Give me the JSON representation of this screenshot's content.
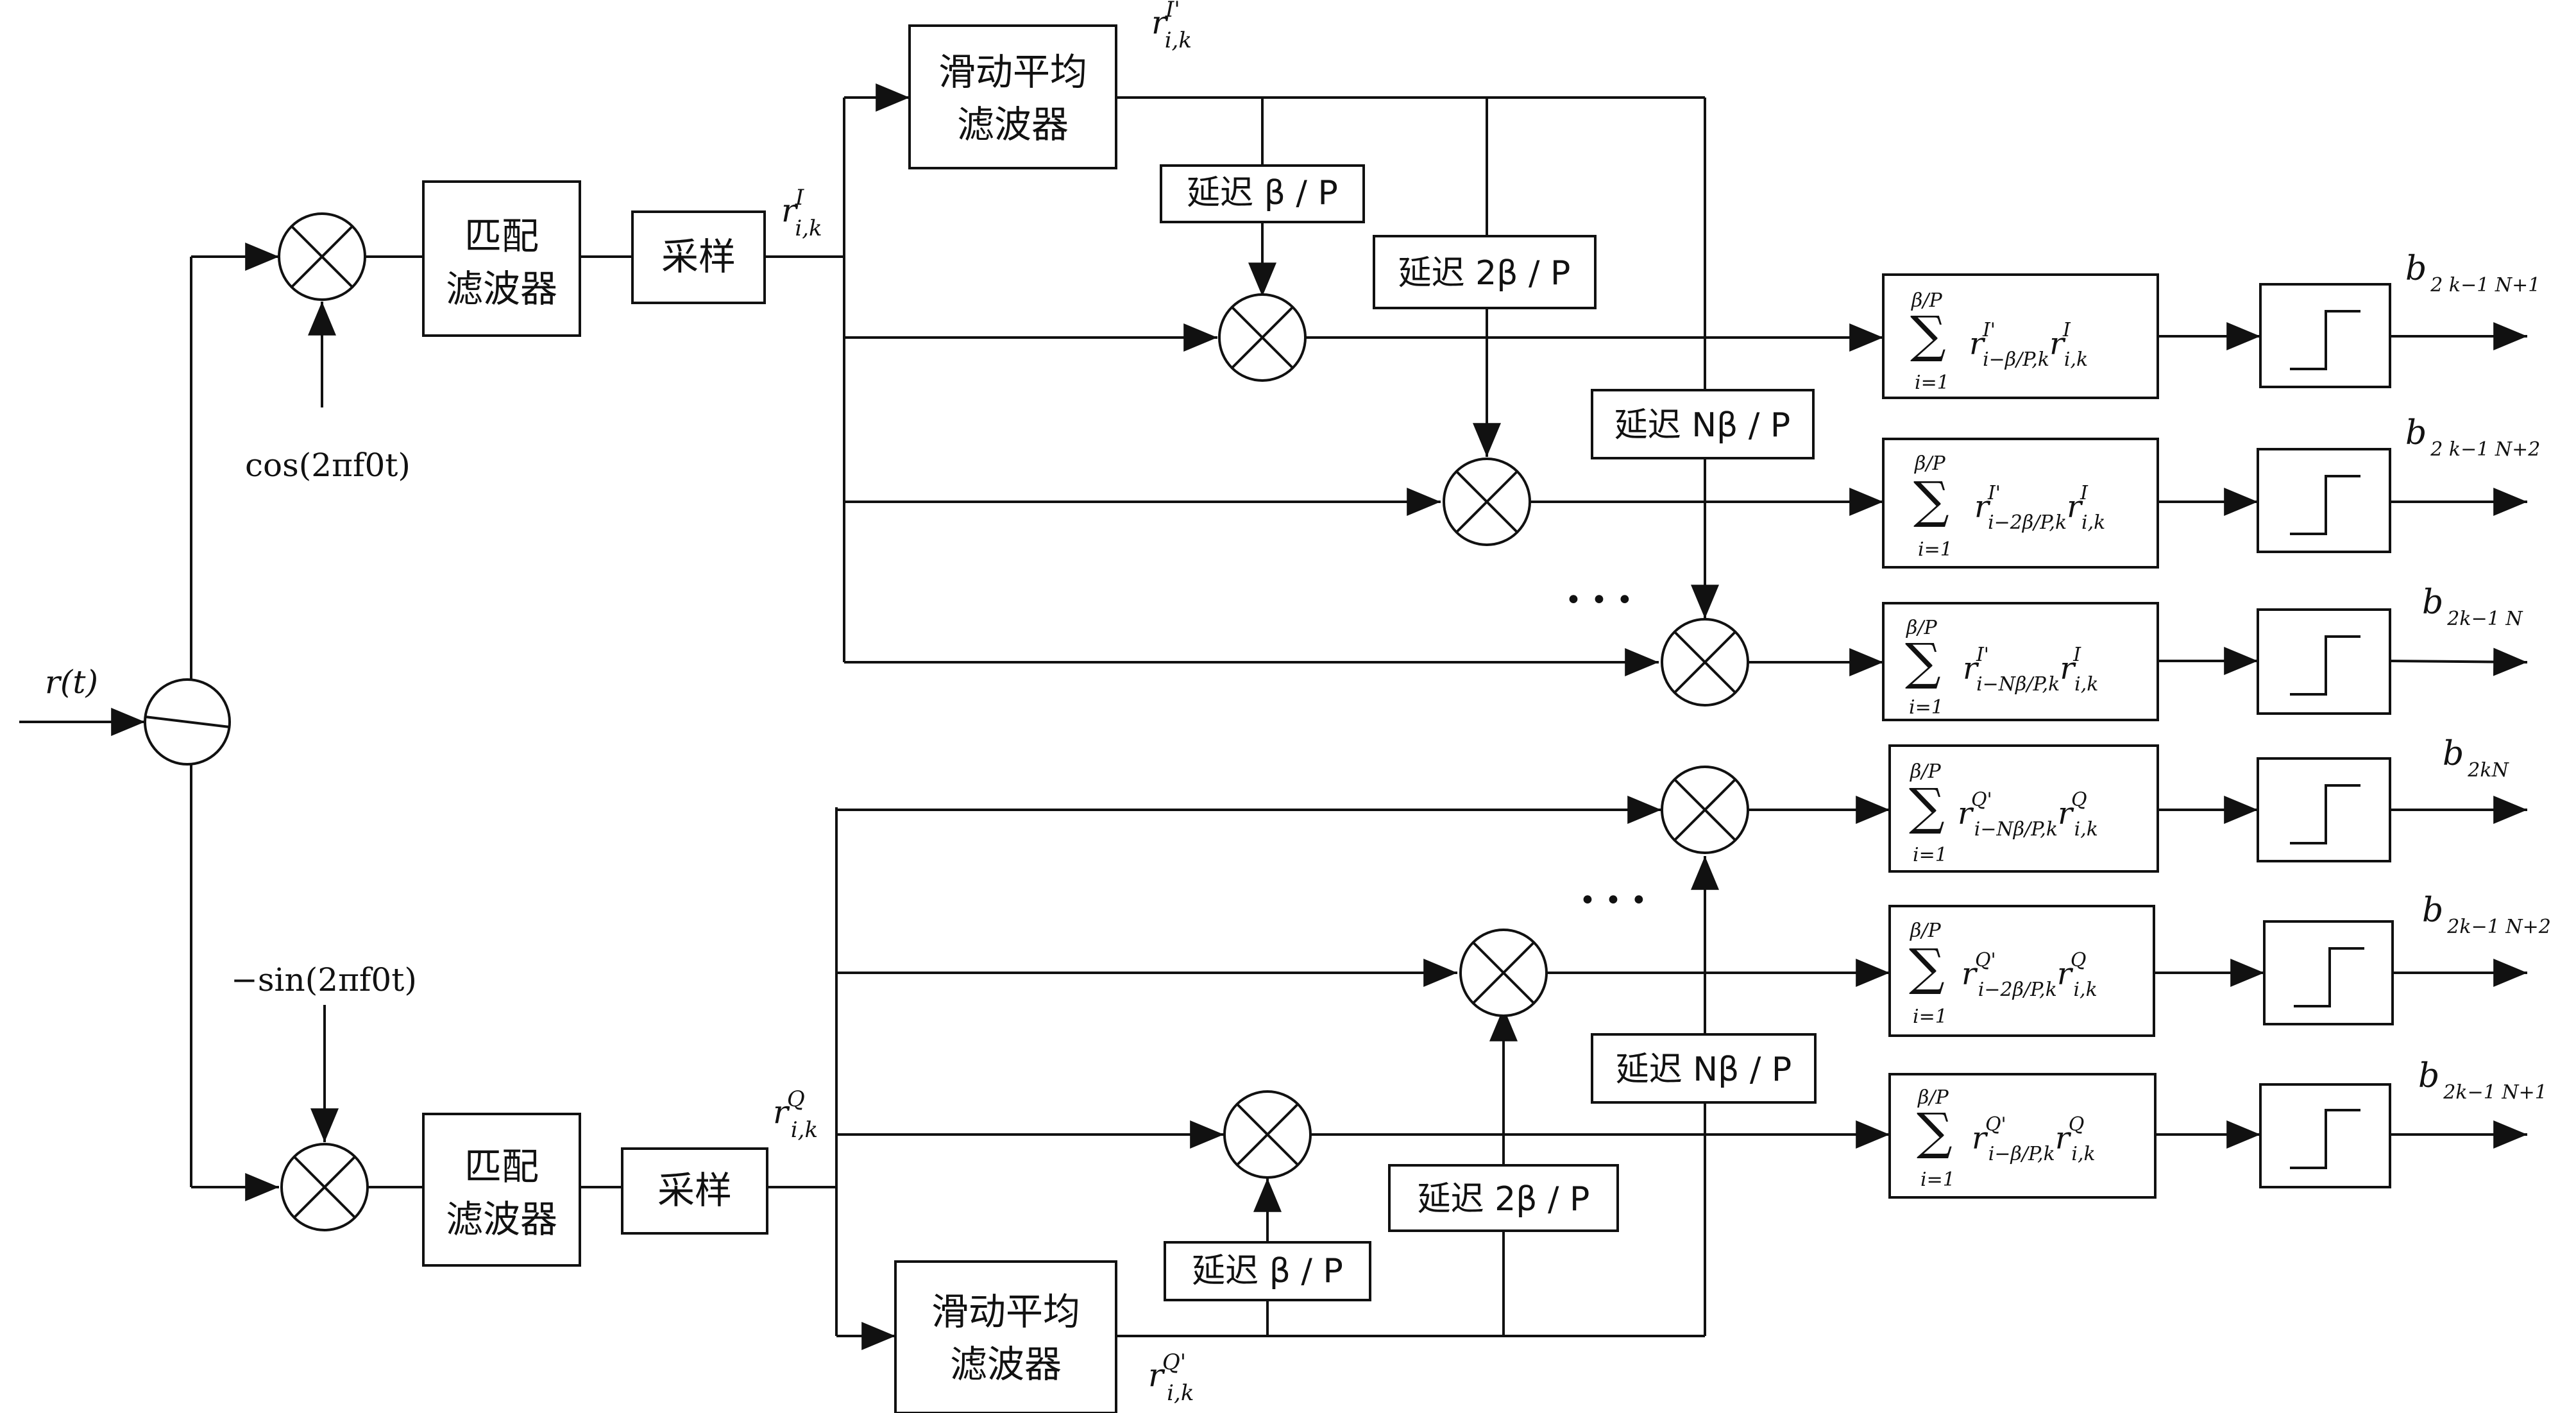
{
  "input": {
    "label": "r(t)"
  },
  "mixers": {
    "carrier_cos": "cos(2πf0t)",
    "carrier_sin": "−sin(2πf0t)"
  },
  "blocks": {
    "matched_filter": [
      "匹配",
      "滤波器"
    ],
    "sampler": "采样",
    "moving_average": [
      "滑动平均",
      "滤波器"
    ],
    "delay_1": "延迟 β / P",
    "delay_2": "延迟 2β / P",
    "delay_n": "延迟 Nβ / P"
  },
  "signals": {
    "i_branch": "r_{i,k}^{I}",
    "i_branch_ma": "r_{i,k}^{I'}",
    "q_branch": "r_{i,k}^{Q}",
    "q_branch_ma": "r_{i,k}^{Q'}"
  },
  "ellipsis": "• • •",
  "sums_i": [
    {
      "upper": "β/P",
      "lower": "i=1",
      "term": "r_{i−β/P,k}^{I'} r_{i,k}^{I}"
    },
    {
      "upper": "β/P",
      "lower": "i=1",
      "term": "r_{i−2β/P,k}^{I'} r_{i,k}^{I}"
    },
    {
      "upper": "β/P",
      "lower": "i=1",
      "term": "r_{i−Nβ/P,k}^{I'} r_{i,k}^{I}"
    }
  ],
  "sums_q": [
    {
      "upper": "β/P",
      "lower": "i=1",
      "term": "r_{i−Nβ/P,k}^{Q'} r_{i,k}^{Q}"
    },
    {
      "upper": "β/P",
      "lower": "i=1",
      "term": "r_{i−2β/P,k}^{Q'} r_{i,k}^{Q}"
    },
    {
      "upper": "β/P",
      "lower": "i=1",
      "term": "r_{i−β/P,k}^{Q'} r_{i,k}^{Q}"
    }
  ],
  "outputs": [
    {
      "base": "b",
      "sub": "2 k−1 N+1"
    },
    {
      "base": "b",
      "sub": "2 k−1 N+2"
    },
    {
      "base": "b",
      "sub": "2k−1 N"
    },
    {
      "base": "b",
      "sub": "2kN"
    },
    {
      "base": "b",
      "sub": "2k−1 N+2"
    },
    {
      "base": "b",
      "sub": "2k−1 N+1"
    }
  ]
}
